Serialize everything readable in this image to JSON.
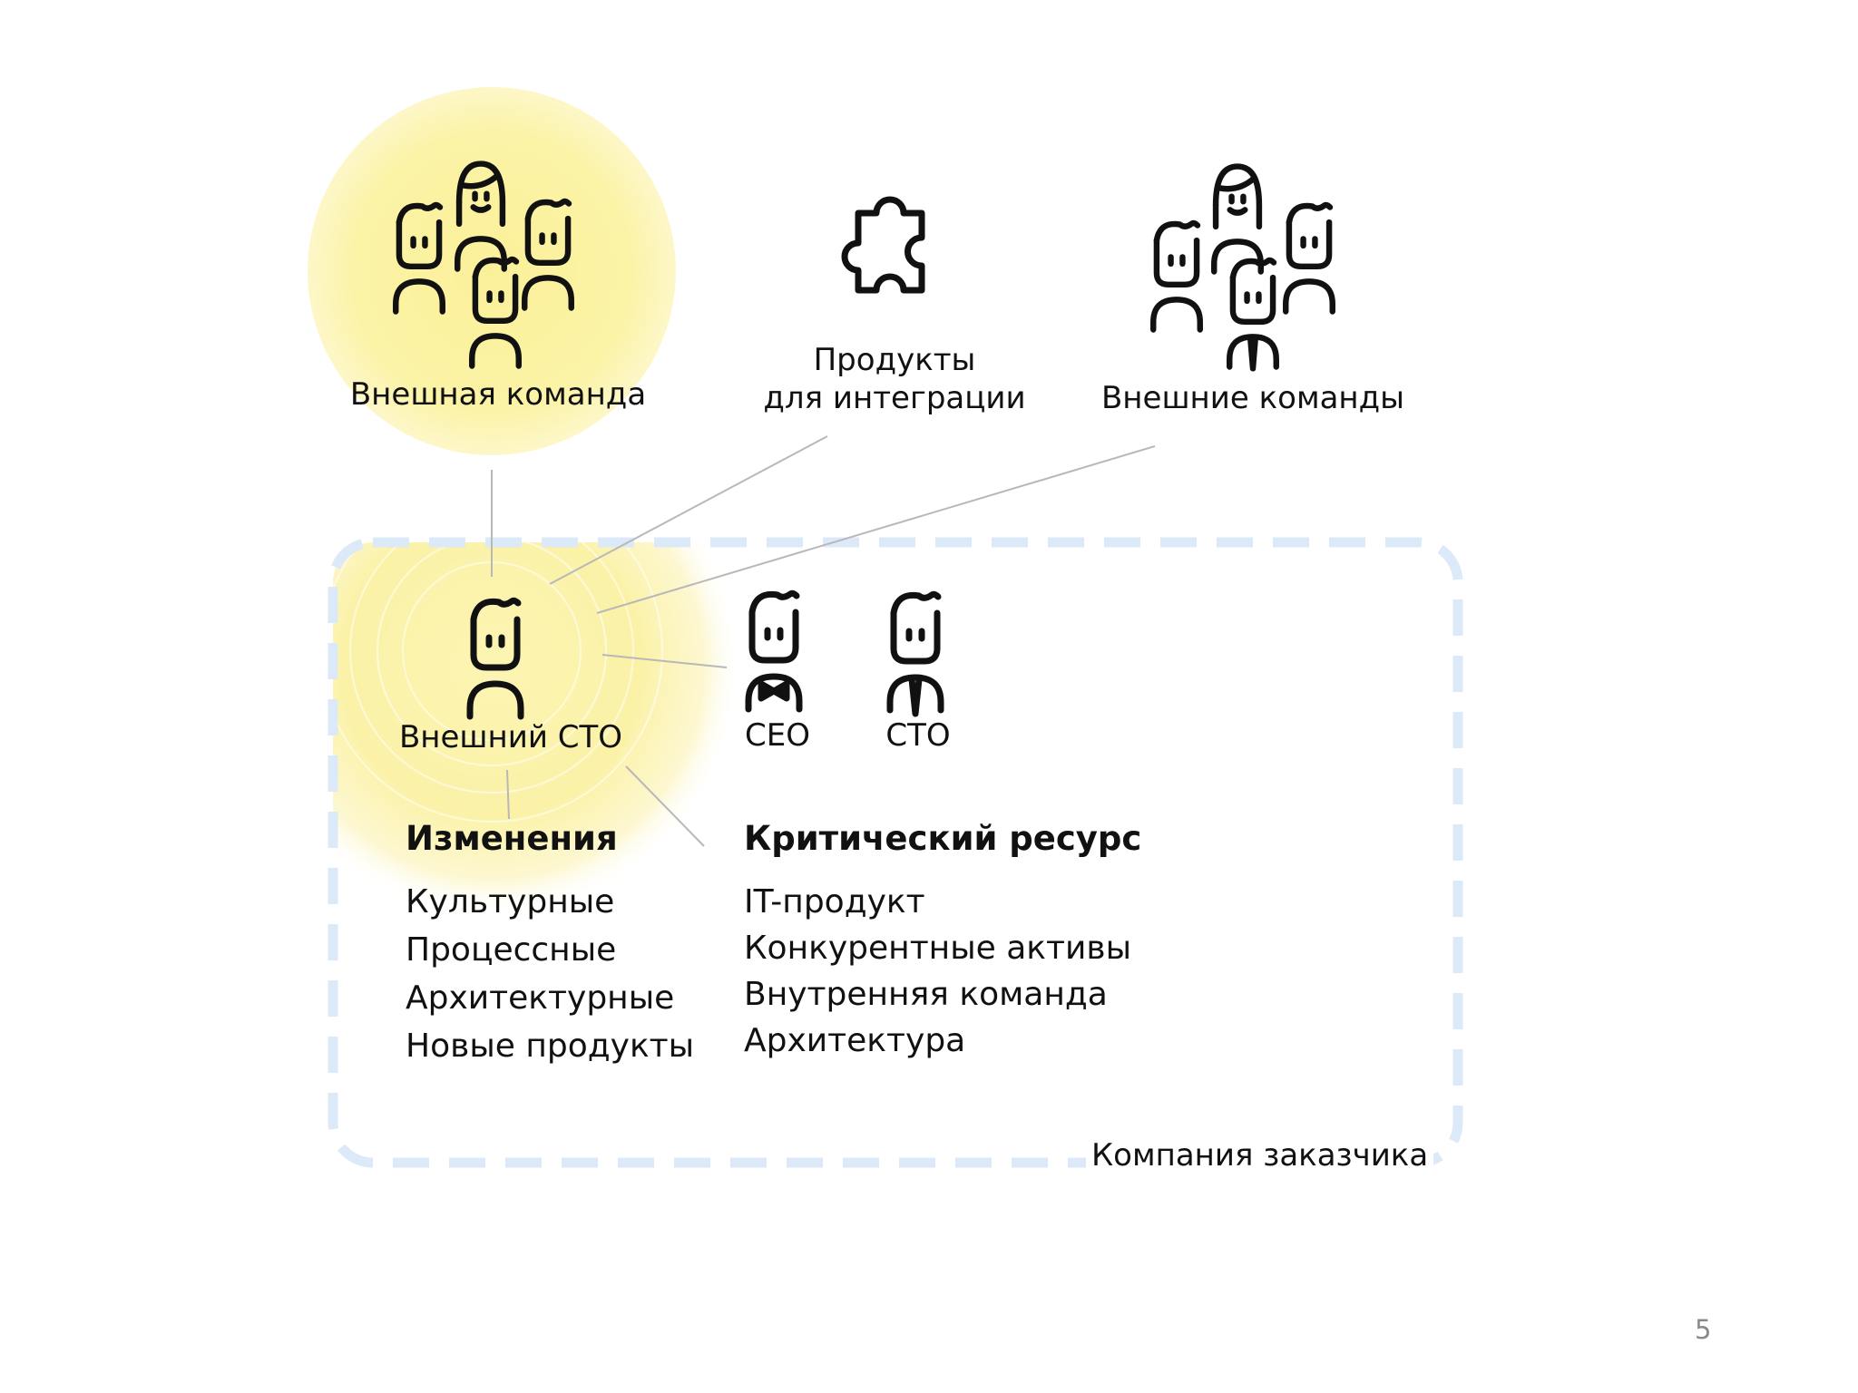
{
  "nodes": {
    "external_team": "Внешная команда",
    "products_line1": "Продукты",
    "products_line2": "для интеграции",
    "external_teams": "Внешние команды",
    "external_cto": "Внешний CTO",
    "ceo": "CEO",
    "cto": "CTO"
  },
  "changes": {
    "heading": "Изменения",
    "items": [
      "Культурные",
      "Процессные",
      "Архитектурные",
      "Новые продукты"
    ]
  },
  "critical_resource": {
    "heading": "Критический ресурс",
    "items": [
      "IT-продукт",
      "Конкурентные активы",
      "Внутренняя команда",
      "Архитектура"
    ]
  },
  "company_box_label": "Компания заказчика",
  "page_number": "5",
  "colors": {
    "highlight": "#fbf09a",
    "dashed_border": "#dce9f8",
    "connector": "#b8b8b8",
    "icon_stroke": "#111111"
  },
  "icons": [
    "group-icon",
    "puzzle-icon",
    "person-icon",
    "person-bowtie-icon",
    "person-tie-icon",
    "woman-icon"
  ]
}
